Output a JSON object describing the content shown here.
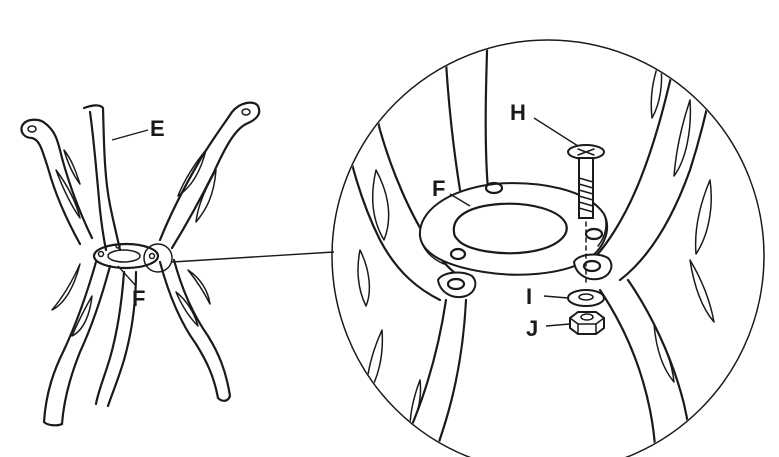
{
  "labels": {
    "E": "E",
    "F_small": "F",
    "F_detail": "F",
    "H": "H",
    "I": "I",
    "J": "J"
  },
  "colors": {
    "ink": "#1a1a1a",
    "paper": "#ffffff"
  }
}
